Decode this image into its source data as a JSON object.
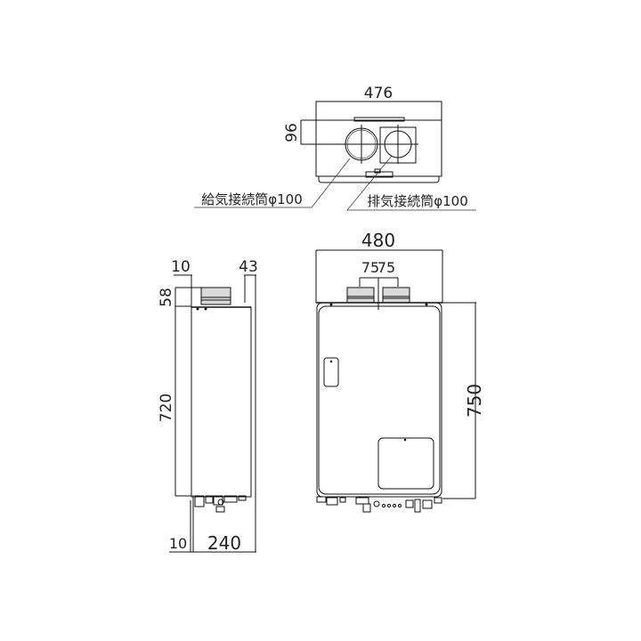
{
  "top_view": {
    "width_label": "476",
    "depth_label": "96",
    "intake_label": "給気接続筒φ100",
    "exhaust_label": "排気接続筒φ100"
  },
  "side_view": {
    "top_left_offset": "10",
    "top_right_offset": "43",
    "top_height": "58",
    "body_height": "720",
    "bottom_left_offset": "10",
    "body_depth": "240"
  },
  "front_view": {
    "width_label": "480",
    "pipe_spacing_left": "75",
    "pipe_spacing_right": "75",
    "height_label": "750"
  }
}
